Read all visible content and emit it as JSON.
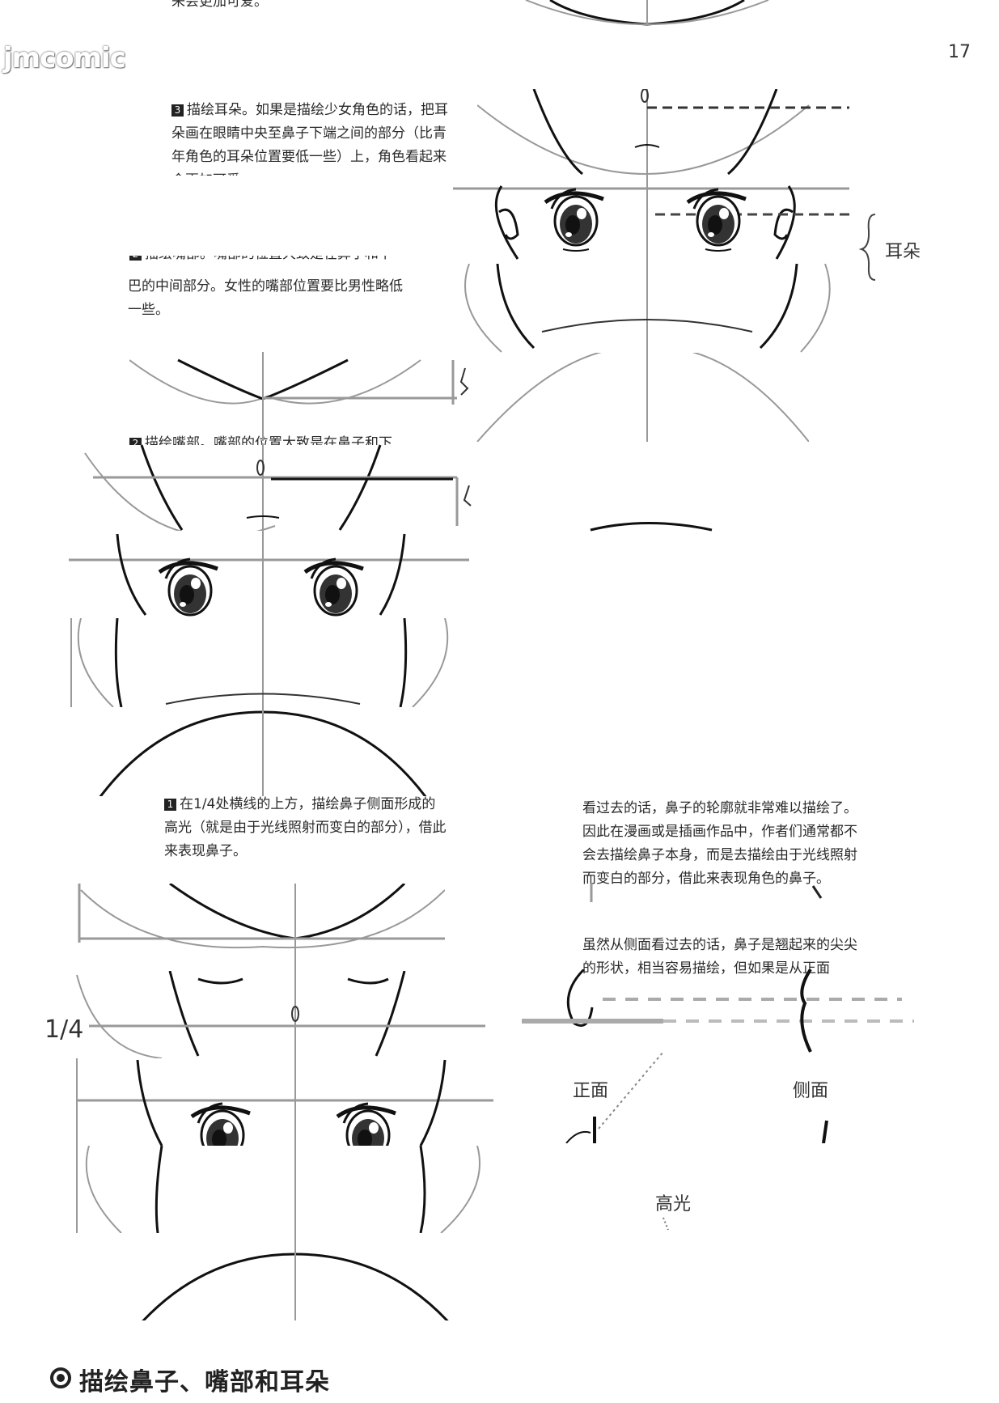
{
  "page_number": "17",
  "watermark": "jmcomic",
  "section_title": "描绘鼻子、嘴部和耳朵",
  "steps": {
    "step1": {
      "badge": "1",
      "text": "在1/4处横线的上方，描绘鼻子侧面形成的高光（就是由于光线照射而变白的部分），借此来表现鼻子。"
    },
    "step2": {
      "badge": "2",
      "text": "描绘嘴部。嘴部的位置大致是在鼻子和下巴的中间部分。女性的嘴部位置要比男性略低一些。"
    },
    "step3": {
      "badge": "3",
      "text": "描绘耳朵。如果是描绘少女角色的话，把耳朵画在眼睛中央至鼻子下端之间的部分（比青年角色的耳朵位置要低一些）上，角色看起来会更加可爱。"
    }
  },
  "fragments": {
    "top_cut": "来会更加可爱。",
    "step2_top_cut": "描绘嘴部。嘴部的位置大致是在鼻子和下",
    "step2_lower": "巴的中间部分。女性的嘴部位置要比男性略低一些。",
    "step2b_cut": "描绘嘴部。嘴部的位置大致是在鼻子和下"
  },
  "side_text": {
    "para1": "看过去的话，鼻子的轮廓就非常难以描绘了。因此在漫画或是插画作品中，作者们通常都不会去描绘鼻子本身，而是去描绘由于光线照射而变白的部分，借此来表现角色的鼻子。",
    "para2": "虽然从侧面看过去的话，鼻子是翘起来的尖尖的形状，相当容易描绘，但如果是从正面"
  },
  "labels": {
    "ear": "耳朵",
    "quarter": "1/4",
    "front": "正面",
    "side": "侧面",
    "highlight": "高光"
  }
}
